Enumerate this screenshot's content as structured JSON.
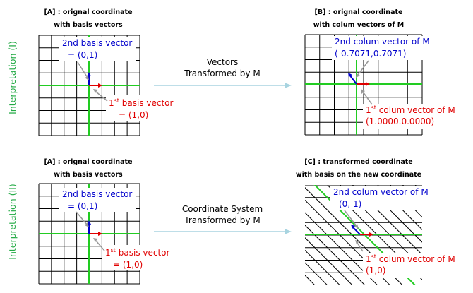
{
  "colors": {
    "grid": "#000000",
    "axis": "#22cc22",
    "vector1": "#e00000",
    "vector2": "#0000cc",
    "pointer": "#999999",
    "arrow": "#a8d4e0",
    "side_label": "#22aa44"
  },
  "rows": [
    {
      "side_label": "Interpretation (I)",
      "left": {
        "caption_line1": "[A] : orignal coordinate",
        "caption_line2": "with basis vectors",
        "v2_label_line1": "2nd basis vector",
        "v2_label_line2": "= (0,1)",
        "v1_label_base": "1",
        "v1_label_sup": "st",
        "v1_label_rest": " basis vector",
        "v1_label_line2": "= (1,0)"
      },
      "middle": {
        "line1": "Vectors",
        "line2": "Transformed by M"
      },
      "right": {
        "caption_line1": "[B] : orignal coordinate",
        "caption_line2": "with colum vectors of M",
        "v2_label_line1": "2nd colum vector of M",
        "v2_label_line2": "(-0.7071,0.7071)",
        "v1_label_base": "1",
        "v1_label_sup": "st",
        "v1_label_rest": " colum vector of M",
        "v1_label_line2": "(1.0000.0.0000)"
      }
    },
    {
      "side_label": "Interpretation (II)",
      "left": {
        "caption_line1": "[A] : orignal coordinate",
        "caption_line2": "with basis vectors",
        "v2_label_line1": "2nd basis vector",
        "v2_label_line2": "= (0,1)",
        "v1_label_base": "1",
        "v1_label_sup": "st",
        "v1_label_rest": " basis vector",
        "v1_label_line2": "= (1,0)"
      },
      "middle": {
        "line1": "Coordinate System",
        "line2": "Transformed by M"
      },
      "right": {
        "caption_line1": "[C] : transformed coordinate",
        "caption_line2": "with basis on the new coordinate",
        "v2_label_line1": "2nd colum vector of M",
        "v2_label_line2": "(0, 1)",
        "v1_label_base": "1",
        "v1_label_sup": "st",
        "v1_label_rest": " colum vector of M",
        "v1_label_line2": "(1,0)"
      }
    }
  ]
}
